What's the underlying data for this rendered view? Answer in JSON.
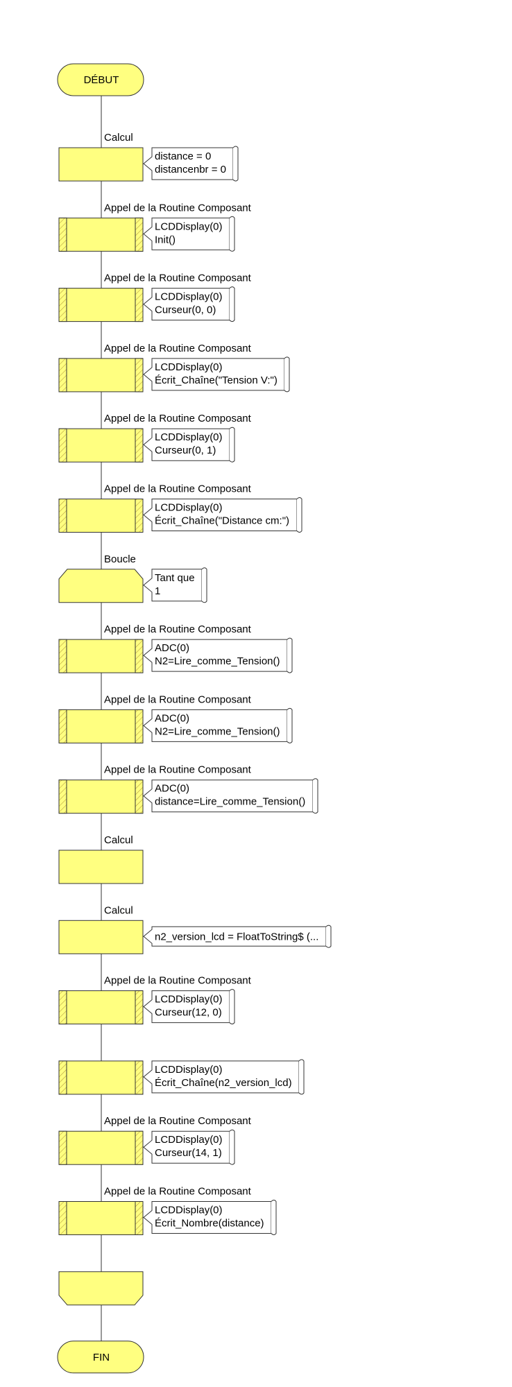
{
  "start_label": "DÉBUT",
  "end_label": "FIN",
  "steps": [
    {
      "type": "calc",
      "label": "Calcul",
      "note": [
        "distance = 0",
        "distancenbr = 0"
      ]
    },
    {
      "type": "call",
      "label": "Appel de la Routine Composant",
      "note": [
        "LCDDisplay(0)",
        "Init()"
      ]
    },
    {
      "type": "call",
      "label": "Appel de la Routine Composant",
      "note": [
        "LCDDisplay(0)",
        "Curseur(0, 0)"
      ]
    },
    {
      "type": "call",
      "label": "Appel de la Routine Composant",
      "note": [
        "LCDDisplay(0)",
        "Écrit_Chaîne(\"Tension V:\")"
      ]
    },
    {
      "type": "call",
      "label": "Appel de la Routine Composant",
      "note": [
        "LCDDisplay(0)",
        "Curseur(0, 1)"
      ]
    },
    {
      "type": "call",
      "label": "Appel de la Routine Composant",
      "note": [
        "LCDDisplay(0)",
        "Écrit_Chaîne(\"Distance cm:\")"
      ]
    },
    {
      "type": "loop",
      "label": "Boucle",
      "note": [
        "Tant que",
        "1"
      ]
    },
    {
      "type": "call",
      "label": "Appel de la Routine Composant",
      "note": [
        "ADC(0)",
        "N2=Lire_comme_Tension()"
      ]
    },
    {
      "type": "call",
      "label": "Appel de la Routine Composant",
      "note": [
        "ADC(0)",
        "N2=Lire_comme_Tension()"
      ]
    },
    {
      "type": "call",
      "label": "Appel de la Routine Composant",
      "note": [
        "ADC(0)",
        "distance=Lire_comme_Tension()"
      ]
    },
    {
      "type": "calc",
      "label": "Calcul",
      "note": []
    },
    {
      "type": "calc",
      "label": "Calcul",
      "note": [
        "n2_version_lcd = FloatToString$ (..."
      ]
    },
    {
      "type": "call",
      "label": "Appel de la Routine Composant",
      "note": [
        "LCDDisplay(0)",
        "Curseur(12, 0)"
      ]
    },
    {
      "type": "call",
      "label": "",
      "note": [
        "LCDDisplay(0)",
        "Écrit_Chaîne(n2_version_lcd)"
      ]
    },
    {
      "type": "call",
      "label": "Appel de la Routine Composant",
      "note": [
        "LCDDisplay(0)",
        "Curseur(14, 1)"
      ]
    },
    {
      "type": "call",
      "label": "Appel de la Routine Composant",
      "note": [
        "LCDDisplay(0)",
        "Écrit_Nombre(distance)"
      ]
    },
    {
      "type": "loop_end",
      "label": "",
      "note": []
    }
  ],
  "colors": {
    "fill": "#ffff80",
    "stroke": "#333333",
    "hatch": "#b8a040"
  }
}
